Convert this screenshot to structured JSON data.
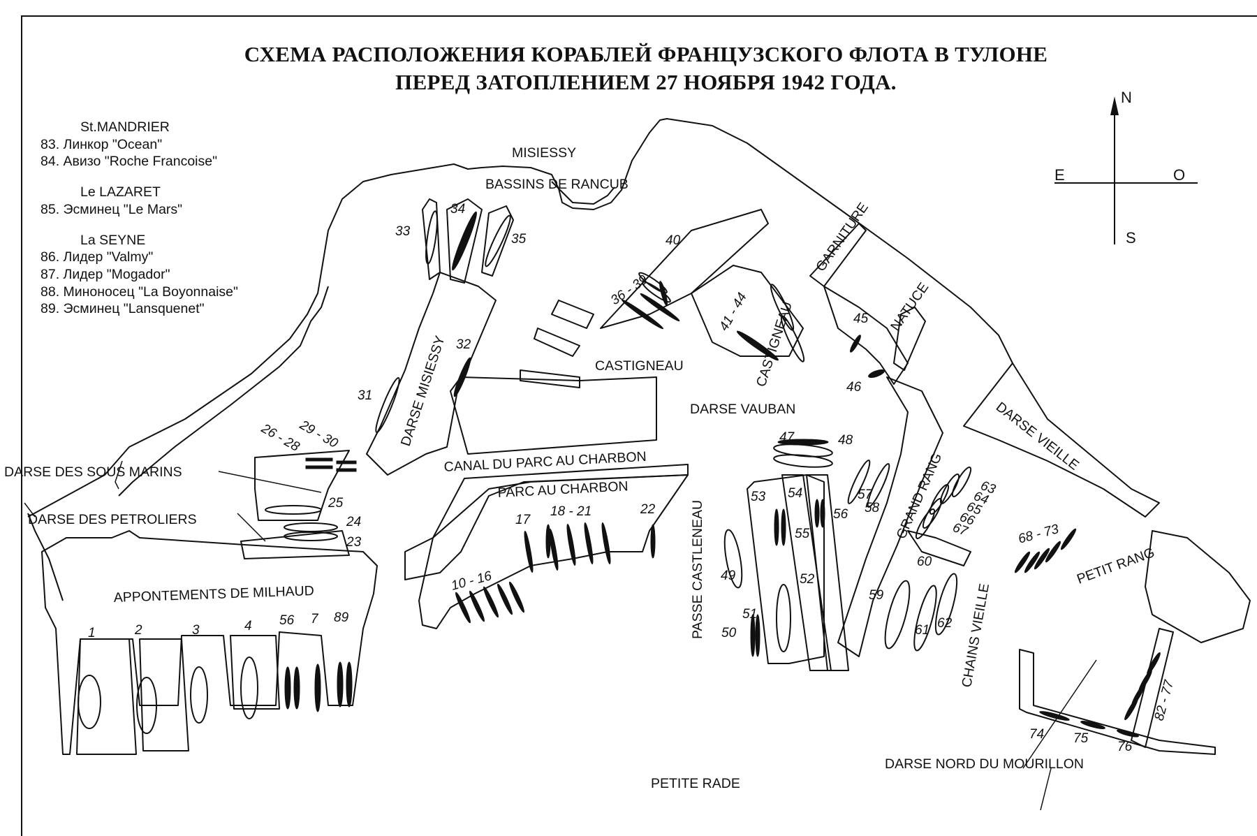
{
  "title": {
    "line1": "СХЕМА РАСПОЛОЖЕНИЯ КОРАБЛЕЙ ФРАНЦУЗСКОГО ФЛОТА В ТУЛОНЕ",
    "line2": "ПЕРЕД ЗАТОПЛЕНИЕМ 27 НОЯБРЯ 1942 ГОДА."
  },
  "legend": [
    {
      "group": "St.MANDRIER",
      "items": [
        "83. Линкор \"Ocean\"",
        "84. Авизо \"Roche Francoise\""
      ]
    },
    {
      "group": "Le LAZARET",
      "items": [
        "85. Эсминец \"Le Mars\""
      ]
    },
    {
      "group": "La SEYNE",
      "items": [
        "86. Лидер \"Valmy\"",
        "87. Лидер \"Mogador\"",
        "88. Миноносец \"La Boyonnaise\"",
        "89. Эсминец \"Lansquenet\""
      ]
    }
  ],
  "compass": {
    "n": "N",
    "e": "E",
    "o": "O",
    "s": "S"
  },
  "places": {
    "misiessy": "MISIESSY",
    "bassins": "BASSINS DE RANCUB",
    "darse_misiessy": "DARSE MISIESSY",
    "castigneau_v": "CASTIGNEAU",
    "castigneau": "CASTIGNEAU",
    "garniture": "GARNITURE",
    "natuce": "NATUCE",
    "darse_vauban": "DARSE VAUBAN",
    "canal": "CANAL DU PARC AU CHARBON",
    "parc": "PARC AU CHARBON",
    "sous_marins": "DARSE DES SOUS MARINS",
    "petroliers": "DARSE DES PETROLIERS",
    "milhaud": "APPONTEMENTS DE MILHAUD",
    "passe": "PASSE CASTLENEAU",
    "grand_rang": "GRAND RANG",
    "darse_vieille": "DARSE VIEILLE",
    "petit_rang": "PETIT RANG",
    "chains": "CHAINS VIEILLE",
    "mourillon": "DARSE NORD DU MOURILLON",
    "petite_rade": "PETITE RADE"
  },
  "ship_numbers": {
    "n1": "1",
    "n2": "2",
    "n3": "3",
    "n4": "4",
    "n56": "56",
    "n7": "7",
    "n89": "89",
    "n10_16": "10 - 16",
    "n17": "17",
    "n18_21": "18 - 21",
    "n22": "22",
    "n23": "23",
    "n24": "24",
    "n25": "25",
    "n26_28": "26 - 28",
    "n29_30": "29 - 30",
    "n31": "31",
    "n32": "32",
    "n33": "33",
    "n34": "34",
    "n35": "35",
    "n36_39": "36 - 39",
    "n40": "40",
    "n41_44": "41 - 44",
    "n45": "45",
    "n46": "46",
    "n47": "47",
    "n48": "48",
    "n49": "49",
    "n50": "50",
    "n51": "51",
    "n52": "52",
    "n53": "53",
    "n54": "54",
    "n55": "55",
    "n56b": "56",
    "n57": "57",
    "n58": "58",
    "n59": "59",
    "n60": "60",
    "n61": "61",
    "n62": "62",
    "n63": "63",
    "n64": "64",
    "n65": "65",
    "n66": "66",
    "n67": "67",
    "n68_73": "68 - 73",
    "n74": "74",
    "n75": "75",
    "n76": "76",
    "n82_77": "82 - 77"
  },
  "colors": {
    "ink": "#111111",
    "paper": "#ffffff"
  }
}
